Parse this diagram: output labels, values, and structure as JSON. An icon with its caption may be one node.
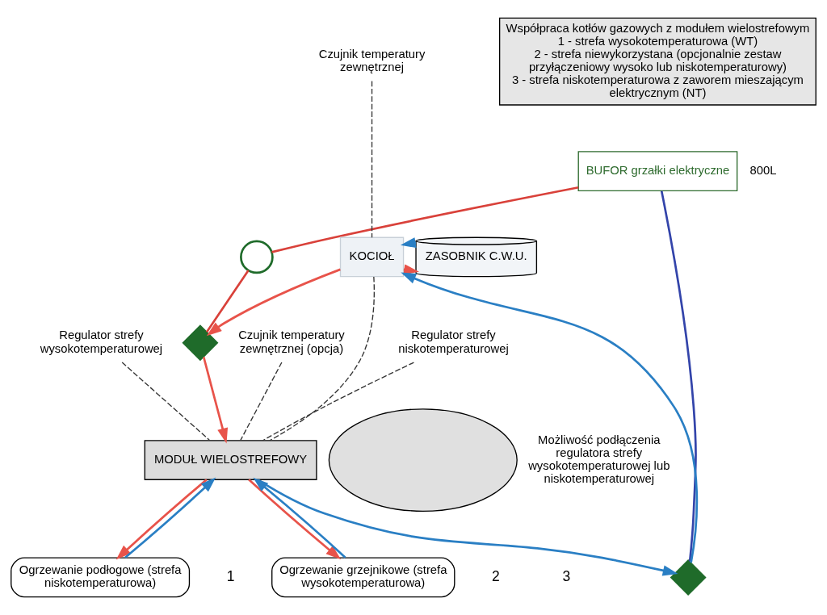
{
  "diagram": {
    "nodes": [
      {
        "text": [
          "Współpraca kotłów gazowych z modułem wielostrefowym",
          "1 - strefa wysokotemperaturowa (WT)",
          "2 - strefa niewykorzystana (opcjonalnie zestaw przyłączeniowy wysoko lub niskotemperaturowy)",
          "3 - strefa niskotemperaturowa z zaworem mieszającym elektrycznym (NT)"
        ]
      },
      {
        "text": [
          "BUFOR grzałki elektryczne"
        ],
        "beside": [
          "800L"
        ]
      },
      {
        "text": [],
        "shape": "circle"
      },
      {
        "text": [
          "KOCIOŁ"
        ]
      },
      {
        "text": [
          "Czujnik temperatury zewnętrznej"
        ]
      },
      {
        "text": [
          "Czujnik temperatury zewnętrznej (opcja)"
        ]
      },
      {
        "text": [],
        "shape": "valve"
      },
      {
        "text": [],
        "shape": "valve"
      },
      {
        "text": [
          "Regulator strefy wysokotemperaturowej"
        ]
      },
      {
        "text": [
          "MODUŁ WIELOSTREFOWY"
        ]
      },
      {
        "text": [
          "Regulator strefy niskotemperaturowej"
        ]
      },
      {
        "text": [
          "ZASOBNIK C.W.U."
        ]
      },
      {
        "text": [],
        "shape": "ellipse",
        "beside": [
          "Możliwość podłączenia regulatora strefy wysokotemperaturowej lub niskotemperaturowej"
        ]
      },
      {
        "text": [
          "Ogrzewanie grzejnikowe (strefa wysokotemperaturowa)"
        ]
      },
      {
        "text": [
          "Ogrzewanie podłogowe (strefa niskotemperaturowa)"
        ]
      }
    ],
    "edges": [
      {
        "from": 1,
        "to": 2,
        "arrow": "none",
        "color": "#d9413a"
      },
      {
        "from": 2,
        "to": 6,
        "arrow": "none",
        "color": "#d9413a"
      },
      {
        "from": 3,
        "to": 6,
        "arrow": "to",
        "color": "#e8534a"
      },
      {
        "from": 6,
        "to": 9,
        "arrow": "to",
        "color": "#e8534a"
      },
      {
        "from": 9,
        "to": 7,
        "arrow": "to",
        "color": "#2a7fc4"
      },
      {
        "from": 7,
        "to": 3,
        "arrow": "to",
        "color": "#2a7fc4"
      },
      {
        "from": 1,
        "to": 7,
        "arrow": "none",
        "color": "#3344aa"
      },
      {
        "from": 3,
        "to": 11,
        "arrow": "to",
        "color": "#e8534a"
      },
      {
        "from": 11,
        "to": 3,
        "arrow": "to",
        "color": "#2a7fc4"
      },
      {
        "from": 9,
        "to": 13,
        "arrow": "to",
        "color": "#e8534a"
      },
      {
        "from": 13,
        "to": 9,
        "arrow": "to",
        "color": "#2a7fc4"
      },
      {
        "from": 9,
        "to": 14,
        "arrow": "to",
        "color": "#e8534a"
      },
      {
        "from": 14,
        "to": 9,
        "arrow": "to",
        "color": "#2a7fc4"
      },
      {
        "from": 4,
        "to": 3,
        "arrow": "none",
        "style": "dashed",
        "color": "#333333"
      },
      {
        "from": 5,
        "to": 9,
        "arrow": "none",
        "style": "dashed",
        "color": "#333333"
      },
      {
        "from": 8,
        "to": 9,
        "arrow": "none",
        "style": "dashed",
        "color": "#333333"
      },
      {
        "from": 10,
        "to": 9,
        "arrow": "none",
        "style": "dashed",
        "color": "#333333"
      },
      {
        "from": 3,
        "to": 9,
        "arrow": "none",
        "style": "dashed",
        "color": "#333333"
      }
    ],
    "labels": [
      "1",
      "2",
      "3"
    ]
  }
}
